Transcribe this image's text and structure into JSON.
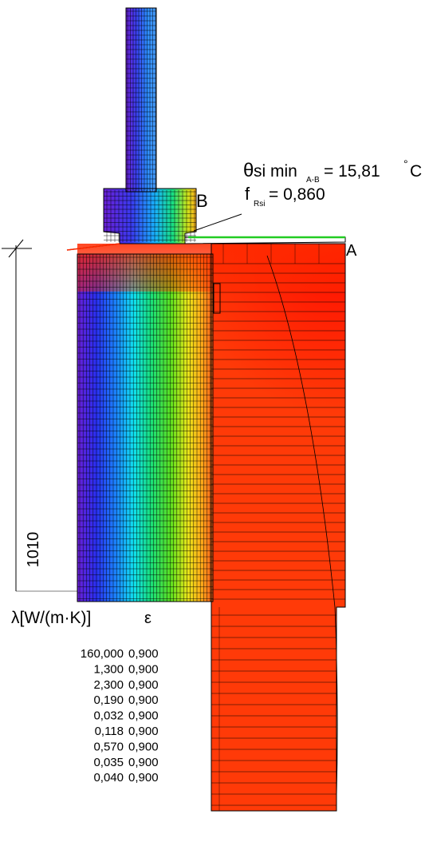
{
  "annotation": {
    "theta_symbol": "θ",
    "theta_label": "si min",
    "theta_subscript": "A-B",
    "theta_value": "= 15,81",
    "degree_mark": "°",
    "unit": "C",
    "f_label": "f",
    "f_subscript": "Rsi",
    "f_value": "= 0,860"
  },
  "points": {
    "a": "A",
    "b": "B"
  },
  "dimension": {
    "value": "1010"
  },
  "legend": {
    "lambda_header": "λ[W/(m·K)]",
    "epsilon_header": "ε",
    "rows": [
      {
        "lambda": "160,000",
        "epsilon": "0,900"
      },
      {
        "lambda": "1,300",
        "epsilon": "0,900"
      },
      {
        "lambda": "2,300",
        "epsilon": "0,900"
      },
      {
        "lambda": "0,190",
        "epsilon": "0,900"
      },
      {
        "lambda": "0,032",
        "epsilon": "0,900"
      },
      {
        "lambda": "0,118",
        "epsilon": "0,900"
      },
      {
        "lambda": "0,570",
        "epsilon": "0,900"
      },
      {
        "lambda": "0,035",
        "epsilon": "0,900"
      },
      {
        "lambda": "0,040",
        "epsilon": "0,900"
      }
    ]
  },
  "colors": {
    "cold": "#6a1fd6",
    "warm": "#ff2a00",
    "hot_edge": "#ff1a00",
    "surface_green": "#22cc22",
    "mesh": "#000000"
  }
}
